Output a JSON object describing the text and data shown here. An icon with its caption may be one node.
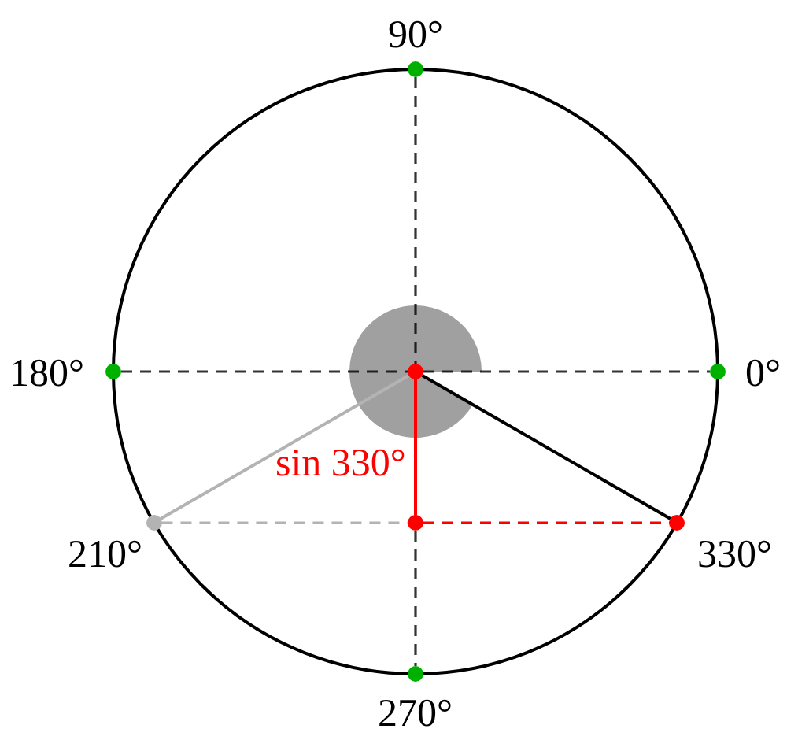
{
  "diagram": {
    "nodes": [
      {
        "text": [],
        "shape": "circle"
      },
      {
        "text": [],
        "shape": "circle",
        "beside": [
          "0°"
        ]
      },
      {
        "text": [],
        "shape": "circle",
        "beside": [
          "90°"
        ]
      },
      {
        "text": [],
        "shape": "circle",
        "beside": [
          "180°"
        ]
      },
      {
        "text": [],
        "shape": "circle",
        "beside": [
          "270°"
        ]
      },
      {
        "text": [],
        "shape": "circle",
        "beside": [
          "330°"
        ]
      },
      {
        "text": [],
        "shape": "circle",
        "beside": [
          "210°"
        ]
      },
      {
        "text": [],
        "shape": "circle"
      }
    ],
    "edges": [
      {
        "from": 3,
        "to": 1,
        "arrow": "none",
        "style": "dashed"
      },
      {
        "from": 2,
        "to": 4,
        "arrow": "none",
        "style": "dashed"
      },
      {
        "from": 0,
        "to": 5,
        "arrow": "none"
      },
      {
        "from": 0,
        "to": 6,
        "arrow": "none",
        "color": "#b3b3b3"
      },
      {
        "from": 0,
        "to": 7,
        "arrow": "none",
        "label": "sin 330°",
        "color": "#ff0000"
      },
      {
        "from": 7,
        "to": 5,
        "arrow": "none",
        "style": "dashed",
        "color": "#ff0000"
      },
      {
        "from": 6,
        "to": 7,
        "arrow": "none",
        "style": "dashed",
        "color": "#b3b3b3"
      }
    ]
  }
}
